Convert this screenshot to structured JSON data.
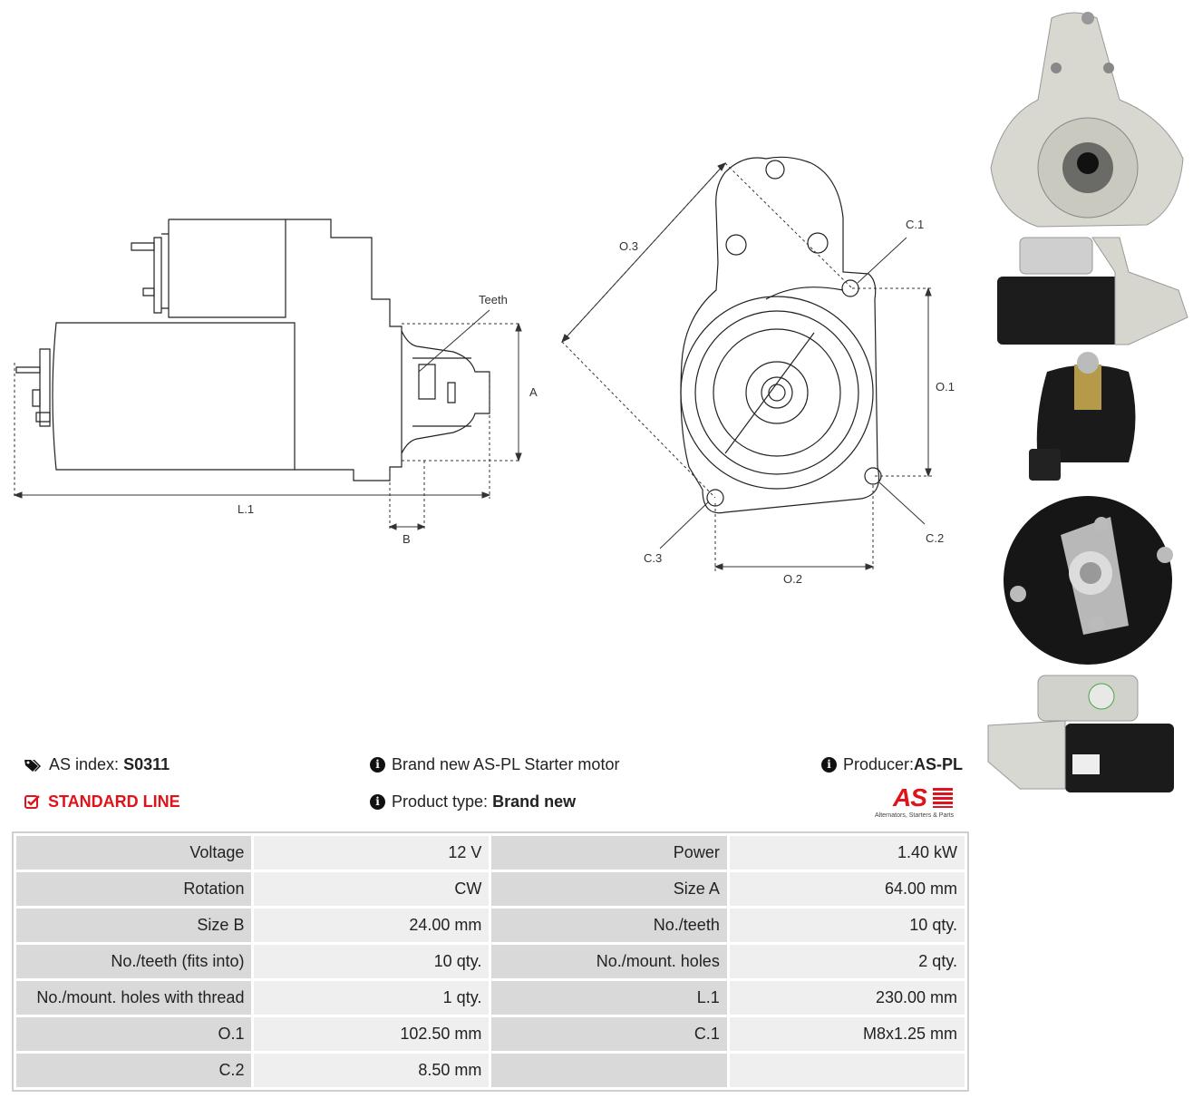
{
  "drawing_labels": {
    "teeth": "Teeth",
    "a": "A",
    "b": "B",
    "l1": "L.1",
    "o1": "O.1",
    "o2": "O.2",
    "o3": "O.3",
    "c1": "C.1",
    "c2": "C.2",
    "c3": "C.3"
  },
  "info": {
    "as_index_label": "AS index:",
    "as_index_value": "S0311",
    "line": "STANDARD LINE",
    "brand_text": "Brand new AS-PL Starter motor",
    "product_type_label": "Product type:",
    "product_type_value": "Brand new",
    "producer_label": "Producer:",
    "producer_value": "AS-PL",
    "logo_text": "AS",
    "logo_tagline": "Alternators, Starters & Parts"
  },
  "specs": [
    {
      "l1": "Voltage",
      "v1": "12 V",
      "l2": "Power",
      "v2": "1.40 kW"
    },
    {
      "l1": "Rotation",
      "v1": "CW",
      "l2": "Size A",
      "v2": "64.00 mm"
    },
    {
      "l1": "Size B",
      "v1": "24.00 mm",
      "l2": "No./teeth",
      "v2": "10 qty."
    },
    {
      "l1": "No./teeth (fits into)",
      "v1": "10 qty.",
      "l2": "No./mount. holes",
      "v2": "2 qty."
    },
    {
      "l1": "No./mount. holes with thread",
      "v1": "1 qty.",
      "l2": "L.1",
      "v2": "230.00 mm"
    },
    {
      "l1": "O.1",
      "v1": "102.50 mm",
      "l2": "C.1",
      "v2": "M8x1.25 mm"
    },
    {
      "l1": "C.2",
      "v1": "8.50 mm",
      "l2": "",
      "v2": ""
    }
  ],
  "colors": {
    "accent": "#e0121a",
    "label_cell": "#d9d9d9",
    "value_cell": "#efefef"
  }
}
